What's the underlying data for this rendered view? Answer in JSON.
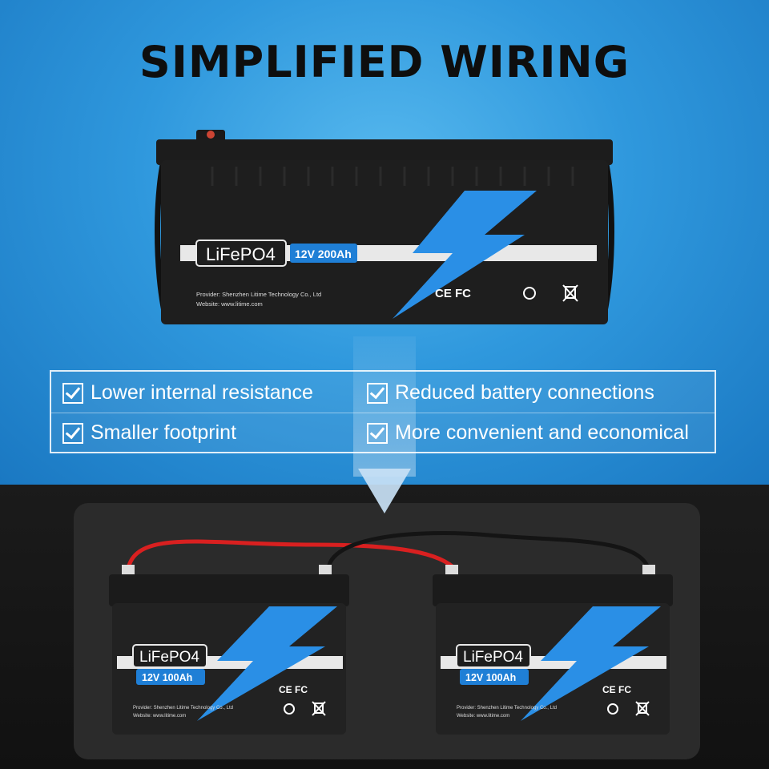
{
  "headline": "SIMPLIFIED WIRING",
  "features": [
    "Lower internal resistance",
    "Reduced battery connections",
    "Smaller footprint",
    "More convenient and economical"
  ],
  "large_battery": {
    "chemistry": "LiFePO4",
    "rating": "12V 200Ah",
    "provider": "Provider: Shenzhen Litime Technology Co., Ltd",
    "website": "Website: www.litime.com",
    "certifications": "CE FC"
  },
  "small_batteries": [
    {
      "chemistry": "LiFePO4",
      "rating": "12V 100Ah",
      "provider": "Provider: Shenzhen Litime Technology Co., Ltd",
      "website": "Website: www.litime.com",
      "certifications": "CE FC"
    },
    {
      "chemistry": "LiFePO4",
      "rating": "12V 100Ah",
      "provider": "Provider: Shenzhen Litime Technology Co., Ltd",
      "website": "Website: www.litime.com",
      "certifications": "CE FC"
    }
  ],
  "colors": {
    "sky": "#2f98dd",
    "bolt": "#2a8fe6",
    "badge": "#1f7fd6",
    "wire_red": "#d92020"
  }
}
